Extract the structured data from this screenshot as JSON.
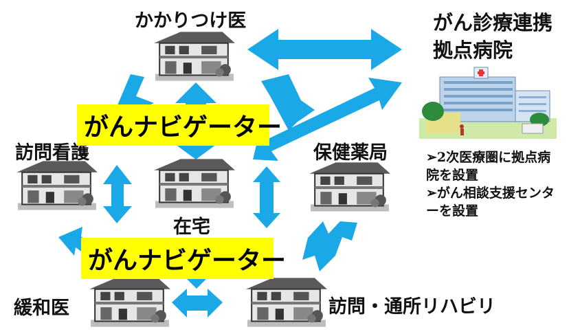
{
  "nodes": {
    "kakaritsuke": "かかりつけ医",
    "hospital_line1": "がん診療連携",
    "hospital_line2": "拠点病院",
    "houmon_kango": "訪問看護",
    "hoken_yakkyoku": "保健薬局",
    "zaitaku": "在宅",
    "kanwa": "緩和医",
    "rehab": "訪問・通所リハビリ"
  },
  "banners": {
    "navigator_top": "がんナビゲーター",
    "navigator_bottom": "がんナビゲーター"
  },
  "notes": {
    "line1": "➢2次医療圏に拠点病",
    "line2": "院を設置",
    "line3": "➢がん相談支援センタ",
    "line4": "ーを設置"
  },
  "colors": {
    "arrow": "#1aa8e6",
    "banner": "#ffff00",
    "text": "#111111"
  },
  "icons": {
    "house": "house-icon",
    "hospital": "hospital-building-icon",
    "arrow": "double-arrow-icon"
  }
}
